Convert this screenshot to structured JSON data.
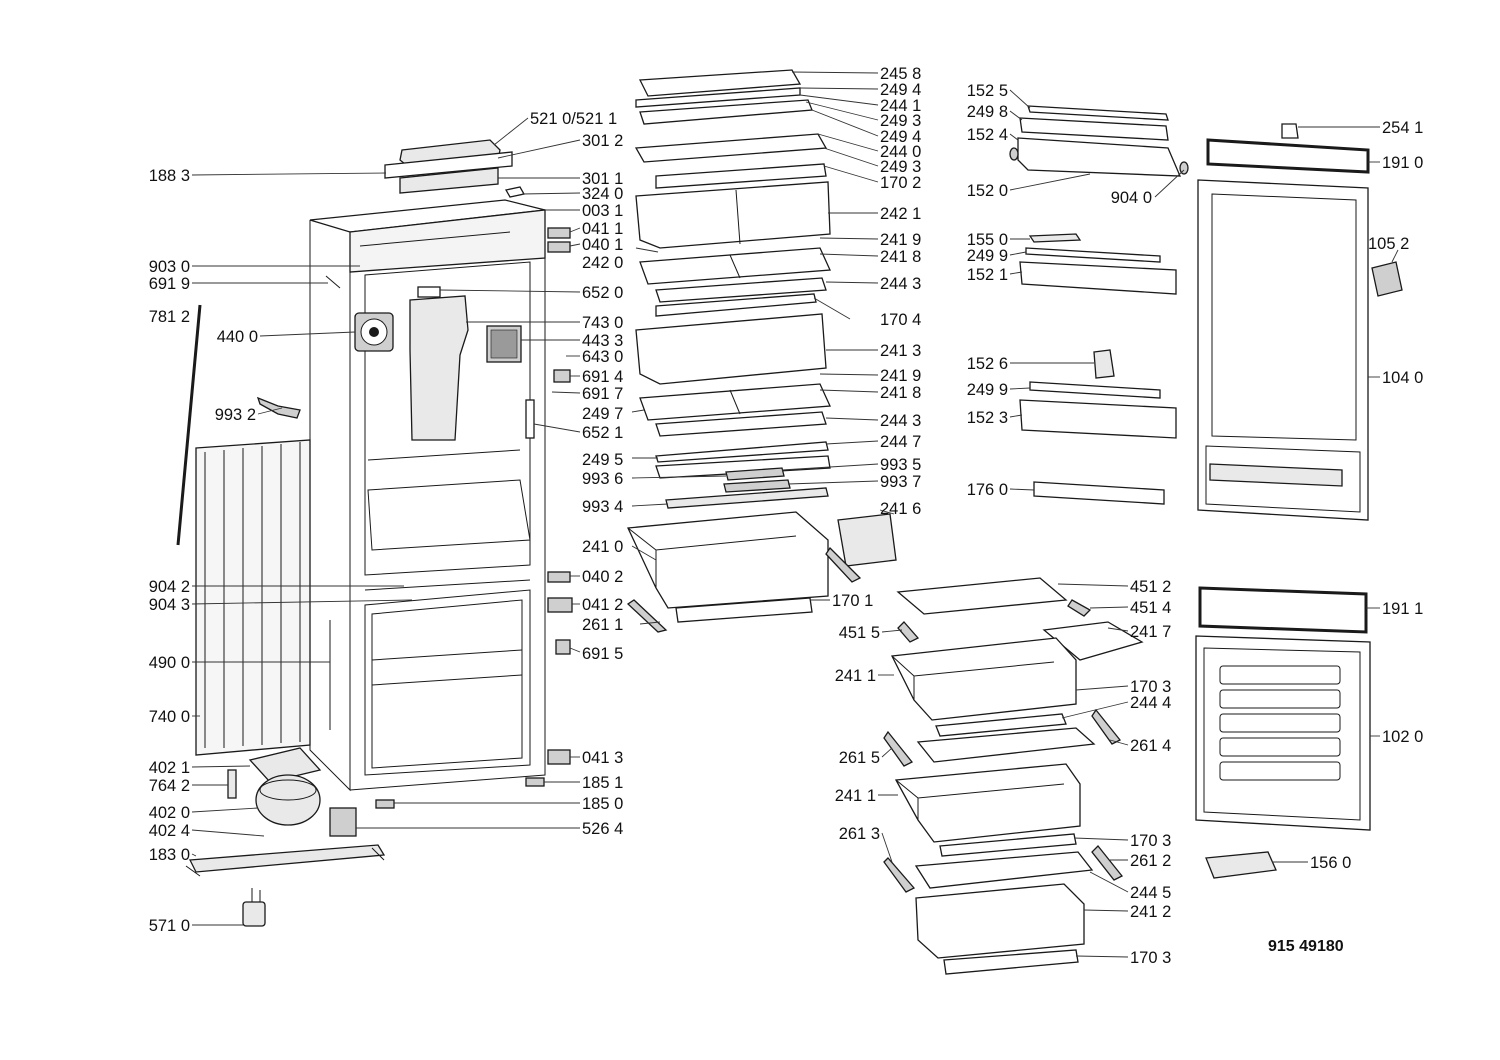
{
  "document_number": "915 49180",
  "callouts": [
    {
      "id": "c01",
      "label": "521 0/521 1"
    },
    {
      "id": "c02",
      "label": "301 2"
    },
    {
      "id": "c03",
      "label": "188 3"
    },
    {
      "id": "c04",
      "label": "301 1"
    },
    {
      "id": "c05",
      "label": "324 0"
    },
    {
      "id": "c06",
      "label": "003 1"
    },
    {
      "id": "c07",
      "label": "041 1"
    },
    {
      "id": "c08",
      "label": "040 1"
    },
    {
      "id": "c09",
      "label": "242 0"
    },
    {
      "id": "c10",
      "label": "903 0"
    },
    {
      "id": "c11",
      "label": "691 9"
    },
    {
      "id": "c12",
      "label": "652 0"
    },
    {
      "id": "c13",
      "label": "781 2"
    },
    {
      "id": "c14",
      "label": "440 0"
    },
    {
      "id": "c15",
      "label": "743 0"
    },
    {
      "id": "c16",
      "label": "443 3"
    },
    {
      "id": "c17",
      "label": "643 0"
    },
    {
      "id": "c18",
      "label": "691 4"
    },
    {
      "id": "c19",
      "label": "691 7"
    },
    {
      "id": "c20",
      "label": "993 2"
    },
    {
      "id": "c21",
      "label": "249 7"
    },
    {
      "id": "c22",
      "label": "652 1"
    },
    {
      "id": "c23",
      "label": "249 5"
    },
    {
      "id": "c24",
      "label": "993 6"
    },
    {
      "id": "c25",
      "label": "993 4"
    },
    {
      "id": "c26",
      "label": "241 0"
    },
    {
      "id": "c27",
      "label": "904 2"
    },
    {
      "id": "c28",
      "label": "040 2"
    },
    {
      "id": "c29",
      "label": "904 3"
    },
    {
      "id": "c30",
      "label": "041 2"
    },
    {
      "id": "c31",
      "label": "261 1"
    },
    {
      "id": "c32",
      "label": "691 5"
    },
    {
      "id": "c33",
      "label": "490 0"
    },
    {
      "id": "c34",
      "label": "740 0"
    },
    {
      "id": "c35",
      "label": "402 1"
    },
    {
      "id": "c36",
      "label": "041 3"
    },
    {
      "id": "c37",
      "label": "764 2"
    },
    {
      "id": "c38",
      "label": "185 1"
    },
    {
      "id": "c39",
      "label": "402 0"
    },
    {
      "id": "c40",
      "label": "185 0"
    },
    {
      "id": "c41",
      "label": "402 4"
    },
    {
      "id": "c42",
      "label": "526 4"
    },
    {
      "id": "c43",
      "label": "183 0"
    },
    {
      "id": "c44",
      "label": "571 0"
    },
    {
      "id": "c45",
      "label": "245 8"
    },
    {
      "id": "c46",
      "label": "249 4"
    },
    {
      "id": "c47",
      "label": "244 1"
    },
    {
      "id": "c48",
      "label": "249 3"
    },
    {
      "id": "c49",
      "label": "249 4"
    },
    {
      "id": "c50",
      "label": "244 0"
    },
    {
      "id": "c51",
      "label": "249 3"
    },
    {
      "id": "c52",
      "label": "170 2"
    },
    {
      "id": "c53",
      "label": "242 1"
    },
    {
      "id": "c54",
      "label": "241 9"
    },
    {
      "id": "c55",
      "label": "241 8"
    },
    {
      "id": "c56",
      "label": "244 3"
    },
    {
      "id": "c57",
      "label": "170 4"
    },
    {
      "id": "c58",
      "label": "241 3"
    },
    {
      "id": "c59",
      "label": "241 9"
    },
    {
      "id": "c60",
      "label": "241 8"
    },
    {
      "id": "c61",
      "label": "244 3"
    },
    {
      "id": "c62",
      "label": "244 7"
    },
    {
      "id": "c63",
      "label": "993 5"
    },
    {
      "id": "c64",
      "label": "993 7"
    },
    {
      "id": "c65",
      "label": "241 6"
    },
    {
      "id": "c66",
      "label": "170 1"
    },
    {
      "id": "c67",
      "label": "152 5"
    },
    {
      "id": "c68",
      "label": "249 8"
    },
    {
      "id": "c69",
      "label": "152 4"
    },
    {
      "id": "c70",
      "label": "152 0"
    },
    {
      "id": "c71",
      "label": "904 0"
    },
    {
      "id": "c72",
      "label": "155 0"
    },
    {
      "id": "c73",
      "label": "249 9"
    },
    {
      "id": "c74",
      "label": "152 1"
    },
    {
      "id": "c75",
      "label": "152 6"
    },
    {
      "id": "c76",
      "label": "249 9"
    },
    {
      "id": "c77",
      "label": "152 3"
    },
    {
      "id": "c78",
      "label": "176 0"
    },
    {
      "id": "c79",
      "label": "254 1"
    },
    {
      "id": "c80",
      "label": "191 0"
    },
    {
      "id": "c81",
      "label": "105 2"
    },
    {
      "id": "c82",
      "label": "104 0"
    },
    {
      "id": "c83",
      "label": "451 2"
    },
    {
      "id": "c84",
      "label": "451 4"
    },
    {
      "id": "c85",
      "label": "451 5"
    },
    {
      "id": "c86",
      "label": "241 7"
    },
    {
      "id": "c87",
      "label": "241 1"
    },
    {
      "id": "c88",
      "label": "170 3"
    },
    {
      "id": "c89",
      "label": "244 4"
    },
    {
      "id": "c90",
      "label": "261 5"
    },
    {
      "id": "c91",
      "label": "261 4"
    },
    {
      "id": "c92",
      "label": "241 1"
    },
    {
      "id": "c93",
      "label": "261 3"
    },
    {
      "id": "c94",
      "label": "170 3"
    },
    {
      "id": "c95",
      "label": "261 2"
    },
    {
      "id": "c96",
      "label": "244 5"
    },
    {
      "id": "c97",
      "label": "241 2"
    },
    {
      "id": "c98",
      "label": "170 3"
    },
    {
      "id": "c99",
      "label": "156 0"
    },
    {
      "id": "c100",
      "label": "191 1"
    },
    {
      "id": "c101",
      "label": "102 0"
    }
  ]
}
